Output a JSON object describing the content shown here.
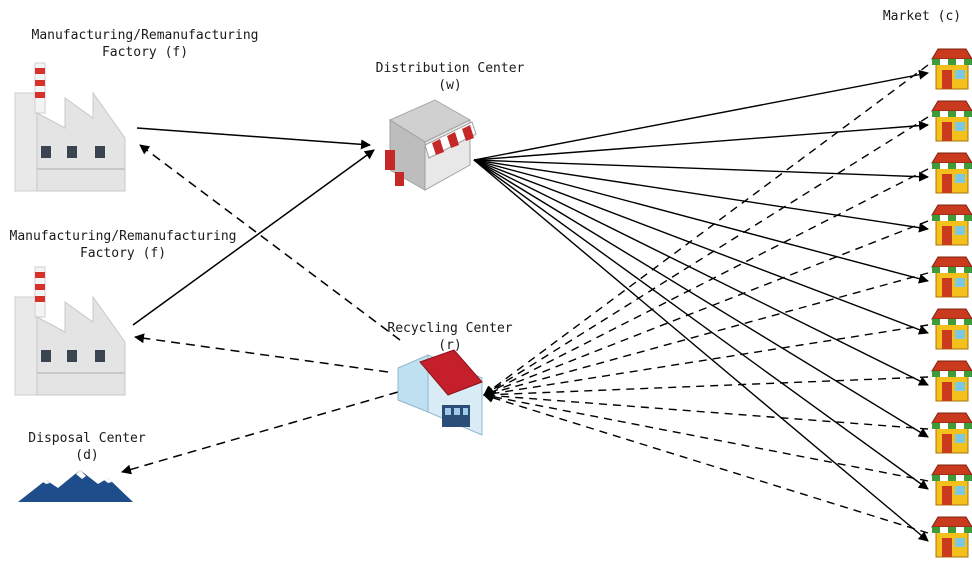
{
  "nodes": {
    "factory_top": {
      "line1": "Manufacturing/Remanufacturing",
      "line2": "Factory (f)"
    },
    "factory_bottom": {
      "line1": "Manufacturing/Remanufacturing",
      "line2": "Factory (f)"
    },
    "distribution": {
      "line1": "Distribution Center",
      "line2": "(w)"
    },
    "recycling": {
      "line1": "Recycling Center",
      "line2": "(r)"
    },
    "disposal": {
      "line1": "Disposal Center",
      "line2": "(d)"
    },
    "market": {
      "label": "Market (c)",
      "count": 10
    }
  },
  "legend_styles": {
    "forward_flow": "solid",
    "reverse_flow": "dashed"
  },
  "colors": {
    "line": "#000000",
    "factory_wall": "#e4e4e4",
    "chimney_red": "#d8302b",
    "recycle_roof": "#c41f2a",
    "recycle_wall": "#bfe0f0",
    "mountain": "#1e4d8c",
    "market_red": "#c93a1e",
    "market_yellow": "#f3c01c",
    "market_green": "#3f9b3a"
  },
  "icons": {
    "factory": "factory-icon",
    "distribution": "distribution-store-icon",
    "recycling": "recycling-building-icon",
    "disposal": "mountain-icon",
    "market": "market-shop-icon"
  }
}
